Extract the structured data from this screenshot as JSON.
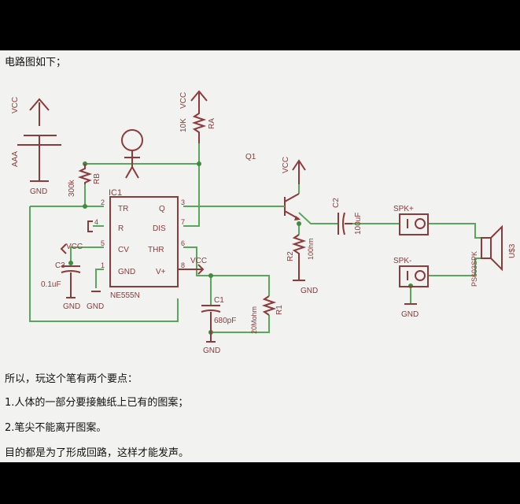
{
  "heading": "电路图如下；",
  "labels": {
    "vcc_batt": "VCC",
    "aaa": "AAA",
    "gnd_batt": "GND",
    "vcc_ra": "VCC",
    "ra_val": "10K",
    "ra": "RA",
    "rb_val": "300k",
    "rb": "RB",
    "ic1": "IC1",
    "q1": "Q1",
    "vcc_q1": "VCC",
    "c2": "C2",
    "c2_val": "100uF",
    "r2": "R2",
    "r2_val": "100hm",
    "gnd_r2": "GND",
    "spk_p": "SPK+",
    "spk_m": "SPK-",
    "spk_part": "PS603SPK",
    "u3": "U$3",
    "gnd_spk": "GND",
    "vcc_c3": "VCC",
    "c3": "C3",
    "c3_val": "0.1uF",
    "gnd_c3a": "GND",
    "gnd_c3b": "GND",
    "pin_tr": "TR",
    "pin_q": "Q",
    "pin_r": "R",
    "pin_dis": "DIS",
    "pin_cv": "CV",
    "pin_thr": "THR",
    "pin_gnd": "GND",
    "pin_vplus": "V+",
    "chip": "NE555N",
    "n2": "2",
    "n3": "3",
    "n4": "4",
    "n7": "7",
    "n5": "5",
    "n6": "6",
    "n1": "1",
    "n8": "8",
    "vcc_8": "VCC",
    "c1": "C1",
    "c1_val": "680pF",
    "r1": "R1",
    "r1_val": "20Mohm",
    "gnd_c1": "GND"
  },
  "notes": [
    "所以，玩这个笔有两个要点：",
    "1.人体的一部分要接触纸上已有的图案；",
    "2.笔尖不能离开图案。",
    "目的都是为了形成回路，这样才能发声。"
  ]
}
